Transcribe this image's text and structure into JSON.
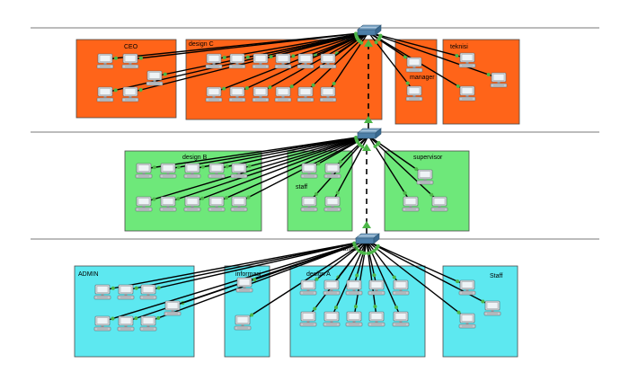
{
  "colors": {
    "floor3": "#ff6419",
    "floor2": "#6ee87a",
    "floor1": "#5de8f0",
    "zone_border": "#4a4a4a",
    "divider": "#7a7a7a",
    "link": "#000000",
    "link_end": "#4cb648",
    "uplink_arrow": "#4cb648"
  },
  "icons": {
    "pc": "pc-icon",
    "switch": "switch-icon"
  },
  "floors": [
    {
      "id": "floor-3",
      "switch_icon": "switch-icon",
      "zones": [
        {
          "id": "ceo",
          "label": "CEO"
        },
        {
          "id": "design-c",
          "label": "design C"
        },
        {
          "id": "manager",
          "label": "manager"
        },
        {
          "id": "teknisi",
          "label": "teknisi"
        }
      ]
    },
    {
      "id": "floor-2",
      "switch_icon": "switch-icon",
      "zones": [
        {
          "id": "design-b",
          "label": "design B"
        },
        {
          "id": "staff-2",
          "label": "staff"
        },
        {
          "id": "supervisor",
          "label": "supervisor"
        }
      ]
    },
    {
      "id": "floor-1",
      "switch_label": "lantai 1",
      "switch_icon": "switch-icon",
      "zones": [
        {
          "id": "admin",
          "label": "ADMIN"
        },
        {
          "id": "informasi",
          "label": "informasi"
        },
        {
          "id": "design-a",
          "label": "design A"
        },
        {
          "id": "staff-1",
          "label": "Staff"
        }
      ]
    }
  ]
}
